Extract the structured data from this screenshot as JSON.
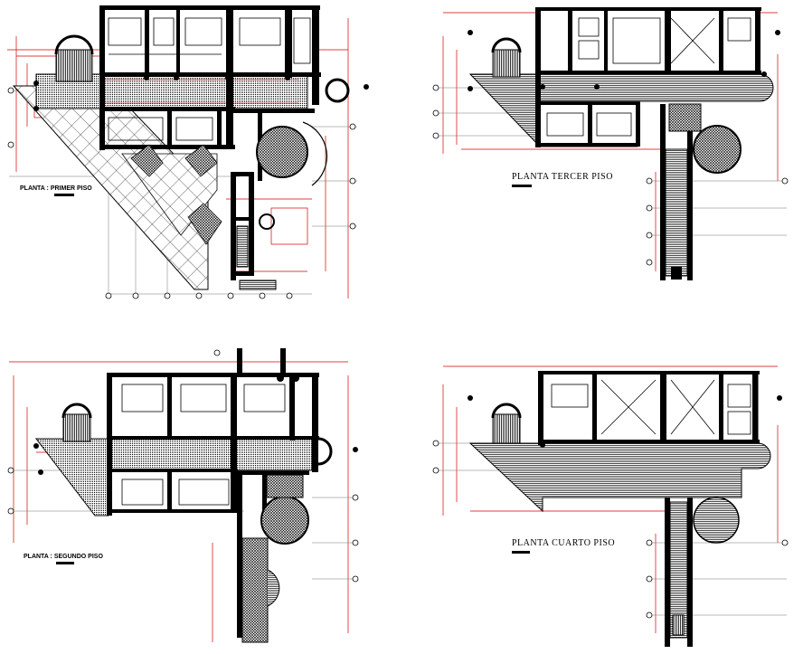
{
  "drawing": {
    "colors": {
      "wall": "#000000",
      "dimension": "#d40000",
      "grid": "#555555",
      "background": "#ffffff"
    },
    "plans": [
      {
        "id": "primer",
        "label": "PLANTA : PRIMER PISO"
      },
      {
        "id": "tercer",
        "label": "PLANTA  TERCER  PISO"
      },
      {
        "id": "segundo",
        "label": "PLANTA : SEGUNDO PISO"
      },
      {
        "id": "cuarto",
        "label": "PLANTA  CUARTO  PISO"
      }
    ]
  }
}
